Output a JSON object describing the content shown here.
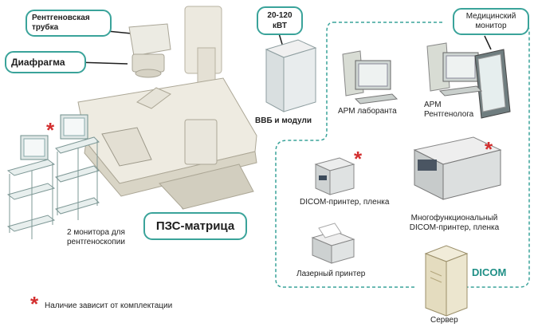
{
  "callouts": {
    "xray_tube": "Рентгеновская трубка",
    "diaphragm": "Диафрагма",
    "ccd_matrix": "ПЗС-матрица",
    "power": "20-120 кВТ",
    "med_monitor": "Медицинский монитор"
  },
  "labels": {
    "hv_generator": "ВВБ и модули",
    "arm_laborant": "АРМ лаборанта",
    "arm_radiologist": "АРМ Рентгенолога",
    "dicom_printer_film": "DICOM-принтер, пленка",
    "multi_dicom_printer": "Многофункциональный DICOM-принтер, пленка",
    "laser_printer": "Лазерный принтер",
    "server": "Сервер",
    "monitors_two": "2 монитора для рентгеноскопии",
    "dicom_tag": "DICOM"
  },
  "footnote": {
    "star": "*",
    "text": "Наличие зависит от комплектации"
  },
  "colors": {
    "accent": "#3aa39a",
    "star": "#d32f2f",
    "equipment": "#e9e6dc"
  }
}
